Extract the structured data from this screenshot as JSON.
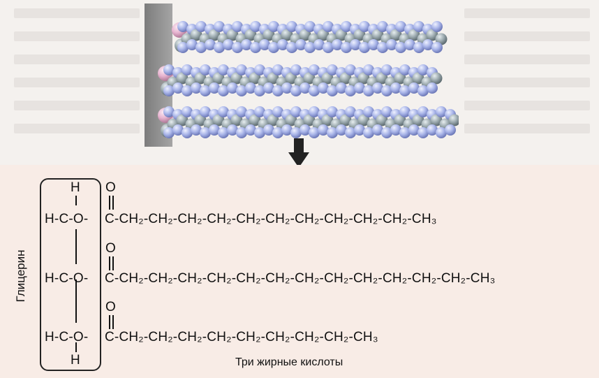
{
  "formula": {
    "glycerol": {
      "top_h": "H",
      "bottom_h": "H",
      "row_prefix": "H-C-O-"
    },
    "carbonyl_o": "O",
    "chain1": "C-CH₂-CH₂-CH₂-CH₂-CH₂-CH₂-CH₂-CH₂-CH₂-CH₂-CH₃",
    "chain2": "C-CH₂-CH₂-CH₂-CH₂-CH₂-CH₂-CH₂-CH₂-CH₂-CH₂-CH₂-CH₂-CH₃",
    "chain3": "C-CH₂-CH₂-CH₂-CH₂-CH₂-CH₂-CH₂-CH₂-CH₃"
  },
  "labels": {
    "glycerin": "Глицерин",
    "fatty_acids": "Три жирные кислоты"
  },
  "colors": {
    "atom_blue": "#a8b4e8",
    "atom_gray": "#9aa8ad",
    "atom_pink": "#e6b3cf",
    "wall": "#8f8f8f",
    "panel": "#f8ece6"
  }
}
